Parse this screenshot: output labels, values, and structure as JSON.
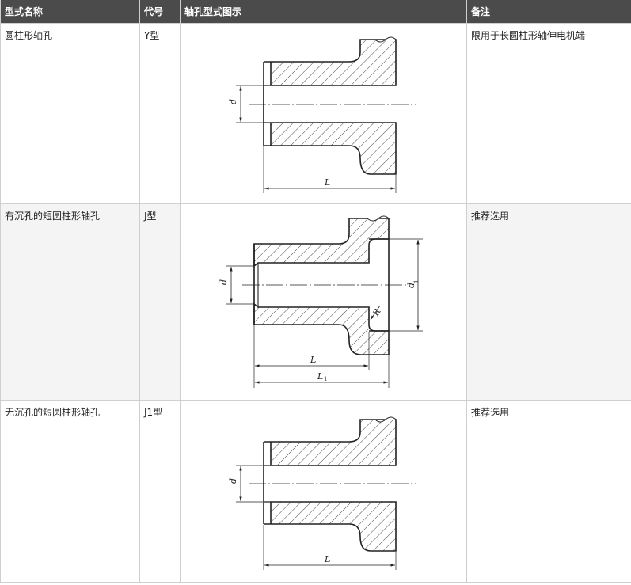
{
  "header": {
    "col_type_name": "型式名称",
    "col_code": "代号",
    "col_figure": "轴孔型式图示",
    "col_remark": "备注"
  },
  "rows": [
    {
      "type_name": "圆柱形轴孔",
      "code": "Y型",
      "remark": "限用于长圆柱形轴伸电机端",
      "figure": {
        "dim_d": "d",
        "dim_L": "L"
      }
    },
    {
      "type_name": "有沉孔的短圆柱形轴孔",
      "code": "J型",
      "remark": "推荐选用",
      "figure": {
        "dim_d": "d",
        "dim_d1": "d",
        "dim_d1_sub": "1",
        "dim_R": "R",
        "dim_L": "L",
        "dim_L1": "L",
        "dim_L1_sub": "1"
      }
    },
    {
      "type_name": "无沉孔的短圆柱形轴孔",
      "code": "J1型",
      "remark": "推荐选用",
      "figure": {
        "dim_d": "d",
        "dim_L": "L"
      }
    }
  ],
  "colors": {
    "header_bg": "#4b4b4b",
    "header_text": "#ffffff",
    "row_alt_bg": "#f4f4f4",
    "border": "#cfcfcf"
  }
}
